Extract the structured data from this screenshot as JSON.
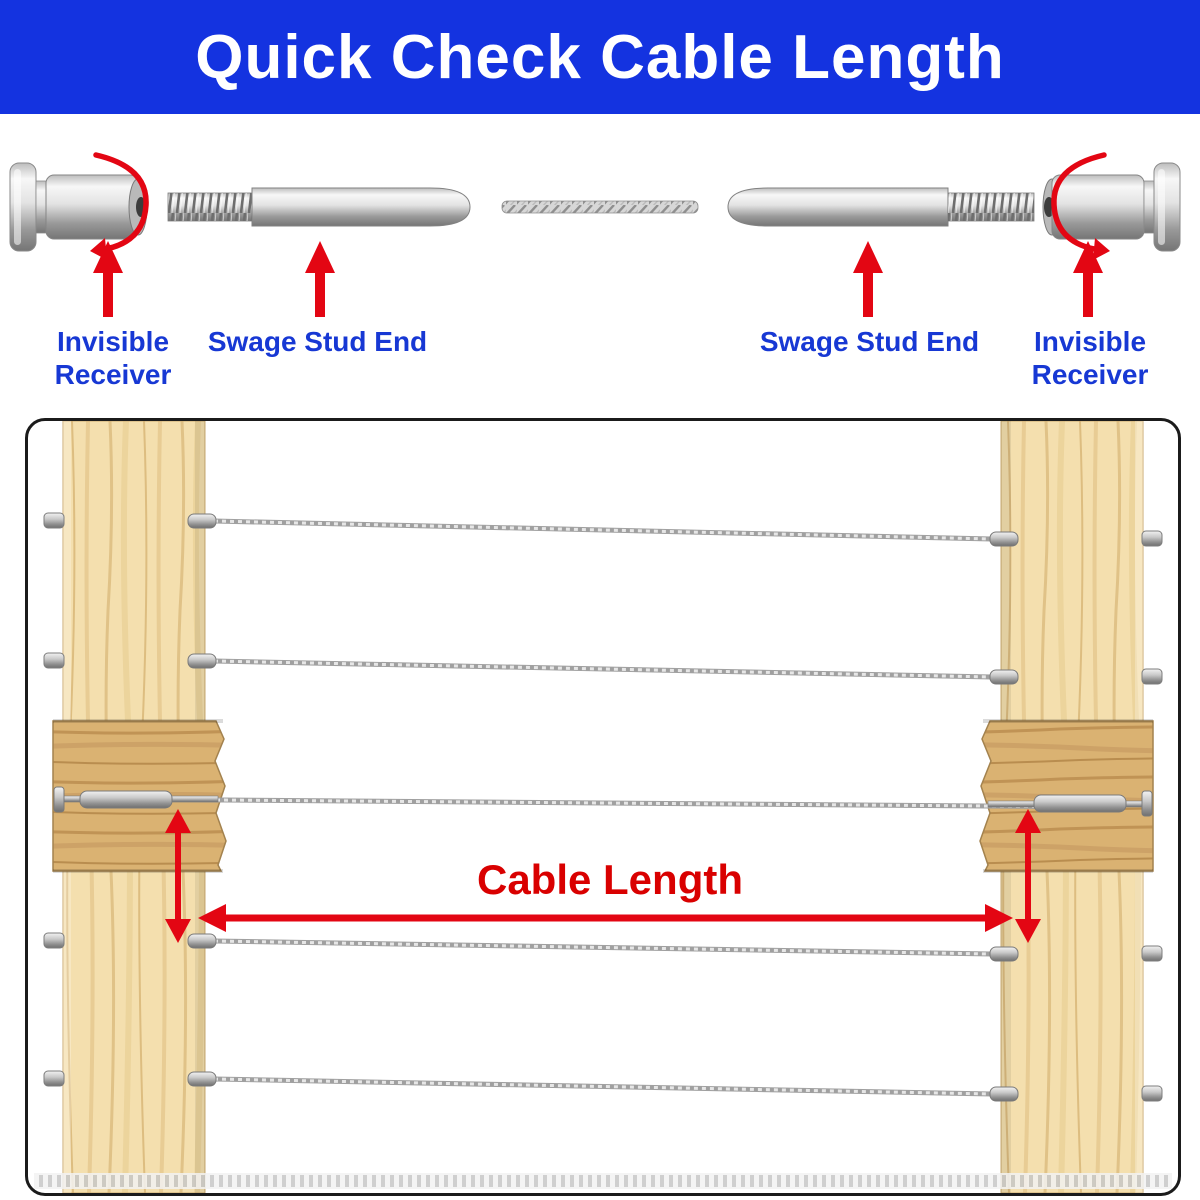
{
  "header": {
    "title": "Quick Check Cable Length"
  },
  "hardware": {
    "labels": {
      "left_receiver": "Invisible Receiver",
      "left_stud": "Swage Stud End",
      "right_stud": "Swage Stud End",
      "right_receiver": "Invisible Receiver"
    }
  },
  "illustration": {
    "cable_length_label": "Cable Length",
    "num_cables": 5
  },
  "colors": {
    "header_bg": "#1433e0",
    "header_text": "#ffffff",
    "label_blue": "#1738d4",
    "arrow_red": "#e30613",
    "cable_length_red": "#d90000",
    "wood_post": "#f4dfae",
    "wood_rail": "#dab272",
    "metal_gray": "#c9c9c9"
  }
}
